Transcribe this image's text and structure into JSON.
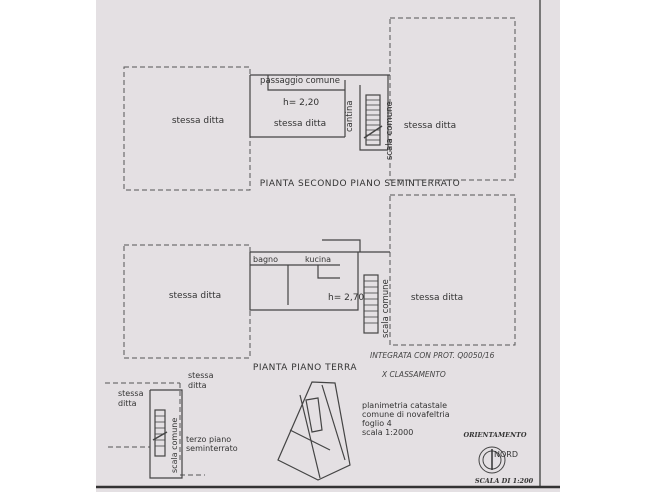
{
  "plan_top": {
    "title": "PIANTA SECONDO PIANO SEMINTERRATO",
    "left_label": "stessa ditta",
    "passage_label": "passaggio comune",
    "height_label": "h= 2,20",
    "middle_label": "stessa ditta",
    "cellar_label": "cantina",
    "stair_label": "scala comune",
    "right_label": "stessa ditta"
  },
  "plan_ground": {
    "title": "PIANTA PIANO TERRA",
    "left_label": "stessa ditta",
    "bath_label": "bagno",
    "kitchen_label": "kucina",
    "height_label": "h= 2,70",
    "stair_label": "scala comune",
    "right_label": "stessa ditta"
  },
  "handwritten_note": {
    "line1": "INTEGRATA CON PROT. Q0050/16",
    "line2": "X CLASSAMENTO"
  },
  "plan_third": {
    "top_label_1": "stessa",
    "top_label_2": "ditta",
    "left_label_1": "stessa",
    "left_label_2": "ditta",
    "stair_label": "scala comune",
    "title_1": "terzo piano",
    "title_2": "seminterrato"
  },
  "cadastral_info": {
    "line1": "planimetria catastale",
    "line2": "comune di novafeltria",
    "line3": "foglio 4",
    "line4": "scala 1:2000"
  },
  "orientation": {
    "title": "ORIENTAMENTO",
    "north_label": "NORD",
    "scale_label": "SCALA DI 1:200"
  },
  "colors": {
    "paper": "#e4e0e3",
    "ink": "#3a3a3a"
  }
}
